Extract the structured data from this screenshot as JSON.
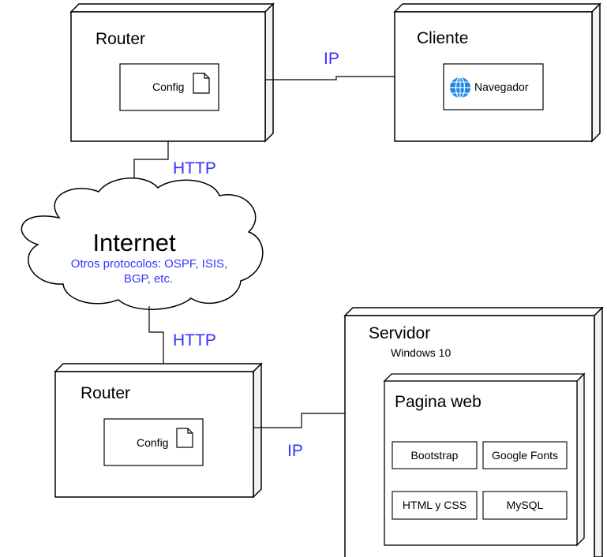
{
  "colors": {
    "stroke": "#000000",
    "fill": "#ffffff",
    "side_face": "#f2f2f2",
    "protocol_text": "#3333ff",
    "globe": "#1e88e5"
  },
  "router_top": {
    "title": "Router",
    "component": {
      "label": "Config",
      "icon": "document-icon"
    }
  },
  "cliente": {
    "title": "Cliente",
    "component": {
      "label": "Navegador",
      "icon": "globe-icon"
    }
  },
  "internet": {
    "title": "Internet",
    "subtitle_line1": "Otros protocolos: OSPF, ISIS,",
    "subtitle_line2": "BGP, etc."
  },
  "router_bottom": {
    "title": "Router",
    "component": {
      "label": "Config",
      "icon": "document-icon"
    }
  },
  "servidor": {
    "title": "Servidor",
    "subtitle": "Windows 10",
    "pagina_web": {
      "title": "Pagina web",
      "components": [
        "Bootstrap",
        "Google Fonts",
        "HTML y CSS",
        "MySQL"
      ]
    }
  },
  "connectors": {
    "router_top_cliente": "IP",
    "router_top_internet": "HTTP",
    "internet_router_bottom": "HTTP",
    "router_bottom_servidor": "IP"
  }
}
